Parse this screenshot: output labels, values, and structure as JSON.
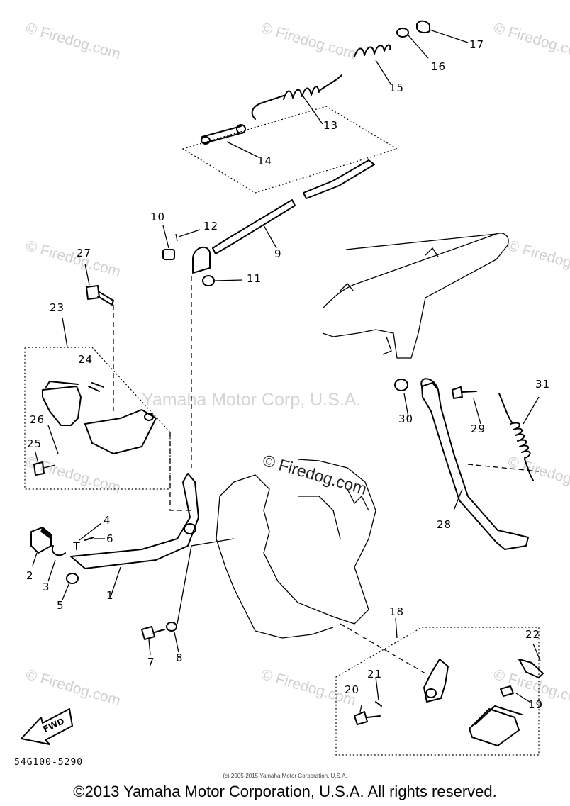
{
  "watermarks": {
    "corner_text": "© Firedog.com",
    "center_text": "Yamaha Motor Corp, U.S.A."
  },
  "callouts": {
    "c1": "1",
    "c2": "2",
    "c3": "3",
    "c4": "4",
    "c5": "5",
    "c6": "6",
    "c7": "7",
    "c8": "8",
    "c9": "9",
    "c10": "10",
    "c11": "11",
    "c12": "12",
    "c13": "13",
    "c14": "14",
    "c15": "15",
    "c16": "16",
    "c17": "17",
    "c18": "18",
    "c19": "19",
    "c20": "20",
    "c21": "21",
    "c22": "22",
    "c23": "23",
    "c24": "24",
    "c25": "25",
    "c26": "26",
    "c27": "27",
    "c28": "28",
    "c29": "29",
    "c30": "30",
    "c31": "31"
  },
  "direction_tag": "FWD",
  "diagram_code": "54G100-5290",
  "small_copyright": "(c) 2005-2015 Yamaha Motor Corporation, U.S.A.",
  "footer_copyright": "©2013 Yamaha Motor Corporation, U.S.A. All rights reserved."
}
